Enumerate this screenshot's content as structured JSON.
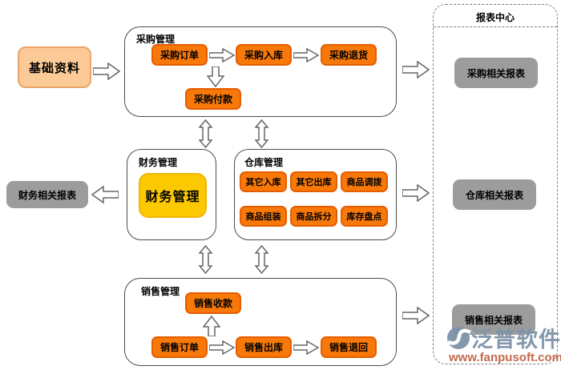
{
  "base": {
    "label": "基础资料"
  },
  "purchase": {
    "title": "采购管理",
    "order": "采购订单",
    "inbound": "采购入库",
    "return": "采购退货",
    "payment": "采购付款"
  },
  "finance": {
    "title": "财务管理",
    "main": "财务管理",
    "report": "财务相关报表"
  },
  "warehouse": {
    "title": "仓库管理",
    "items": [
      "其它入库",
      "其它出库",
      "商品调拨",
      "商品组装",
      "商品拆分",
      "库存盘点"
    ]
  },
  "sales": {
    "title": "销售管理",
    "receipt": "销售收款",
    "order": "销售订单",
    "outbound": "销售出库",
    "return": "销售退回"
  },
  "report_center": {
    "title": "报表中心",
    "purchase_report": "采购相关报表",
    "warehouse_report": "仓库相关报表",
    "sales_report": "销售相关报表"
  },
  "watermark": {
    "brand": "泛普软件",
    "url": "www.fanpusoft.com"
  },
  "colors": {
    "node_orange": "#f8790a",
    "node_orange_border": "#e55d00",
    "node_yellow": "#fcc800",
    "node_peach": "#fbca96",
    "node_gray": "#9c9c9c",
    "watermark_blue": "#7d92a9",
    "watermark_red": "#ba5432"
  }
}
